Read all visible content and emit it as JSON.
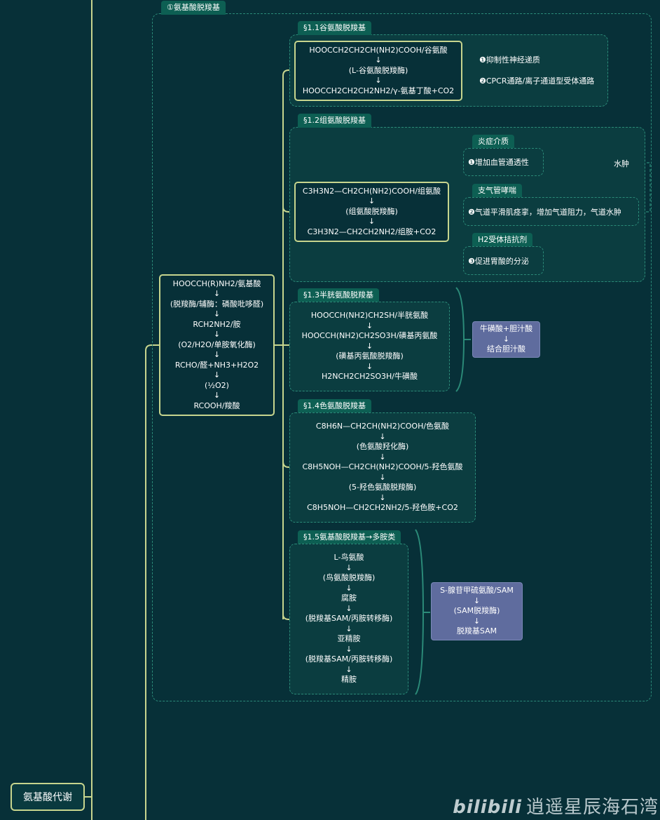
{
  "root": {
    "label": "氨基酸代谢"
  },
  "section": {
    "title": "①氨基酸脱羧基"
  },
  "central": {
    "lines": [
      "HOOCCH(R)NH2/氨基酸",
      "↓",
      "(脱羧酶/辅酶：磷酸吡哆醛)",
      "↓",
      "RCH2NH2/胺",
      "↓",
      "(O2/H2O/单胺氧化酶)",
      "↓",
      "RCHO/醛+NH3+H2O2",
      "↓",
      "(½O2)",
      "↓",
      "RCOOH/羧酸"
    ]
  },
  "s1": {
    "title": "§1.1谷氨酸脱羧基",
    "lines": [
      "HOOCCH2CH2CH(NH2)COOH/谷氨酸",
      "↓",
      "(L-谷氨酸脱羧酶)",
      "↓",
      "HOOCCH2CH2CH2NH2/γ-氨基丁酸+CO2"
    ],
    "leaves": [
      "❶抑制性神经递质",
      "❷CPCR通路/离子通道型受体通路"
    ]
  },
  "s2": {
    "title": "§1.2组氨酸脱羧基",
    "lines": [
      "C3H3N2—CH2CH(NH2)COOH/组氨酸",
      "↓",
      "(组氨酸脱羧酶)",
      "↓",
      "C3H3N2—CH2CH2NH2/组胺+CO2"
    ],
    "tags": [
      "炎症介质",
      "支气管哮喘",
      "H2受体拮抗剂"
    ],
    "leaves": [
      "❶增加血管通透性",
      "❷气道平滑肌痉挛，增加气道阻力，气道水肿",
      "❸促进胃酸的分泌"
    ],
    "side": "水肿"
  },
  "s3": {
    "title": "§1.3半胱氨酸脱羧基",
    "lines": [
      "HOOCCH(NH2)CH2SH/半胱氨酸",
      "↓",
      "HOOCCH(NH2)CH2SO3H/磺基丙氨酸",
      "↓",
      "(磺基丙氨酸脱羧酶)",
      "↓",
      "H2NCH2CH2SO3H/牛磺酸"
    ],
    "note": [
      "牛磺酸+胆汁酸",
      "↓",
      "结合胆汁酸"
    ]
  },
  "s4": {
    "title": "§1.4色氨酸脱羧基",
    "lines": [
      "C8H6N—CH2CH(NH2)COOH/色氨酸",
      "↓",
      "(色氨酸羟化酶)",
      "↓",
      "C8H5NOH—CH2CH(NH2)COOH/5-羟色氨酸",
      "↓",
      "(5-羟色氨酸脱羧酶)",
      "↓",
      "C8H5NOH—CH2CH2NH2/5-羟色胺+CO2"
    ]
  },
  "s5": {
    "title": "§1.5氨基酸脱羧基→多胺类",
    "lines": [
      "L-鸟氨酸",
      "↓",
      "(鸟氨酸脱羧酶)",
      "↓",
      "腐胺",
      "↓",
      "(脱羧基SAM/丙胺转移酶)",
      "↓",
      "亚精胺",
      "↓",
      "(脱羧基SAM/丙胺转移酶)",
      "↓",
      "精胺"
    ],
    "note": [
      "S-腺苷甲硫氨酸/SAM",
      "↓",
      "(SAM脱羧酶)",
      "↓",
      "脱羧基SAM"
    ]
  },
  "watermark": {
    "logo": "bilibili",
    "text": "逍遥星辰海石湾"
  },
  "colors": {
    "background": "#073038",
    "solid_line": "#c7d58e",
    "dashed": "#2b8a78",
    "tag": "#0d5f53",
    "note": "#5f6c9e"
  }
}
